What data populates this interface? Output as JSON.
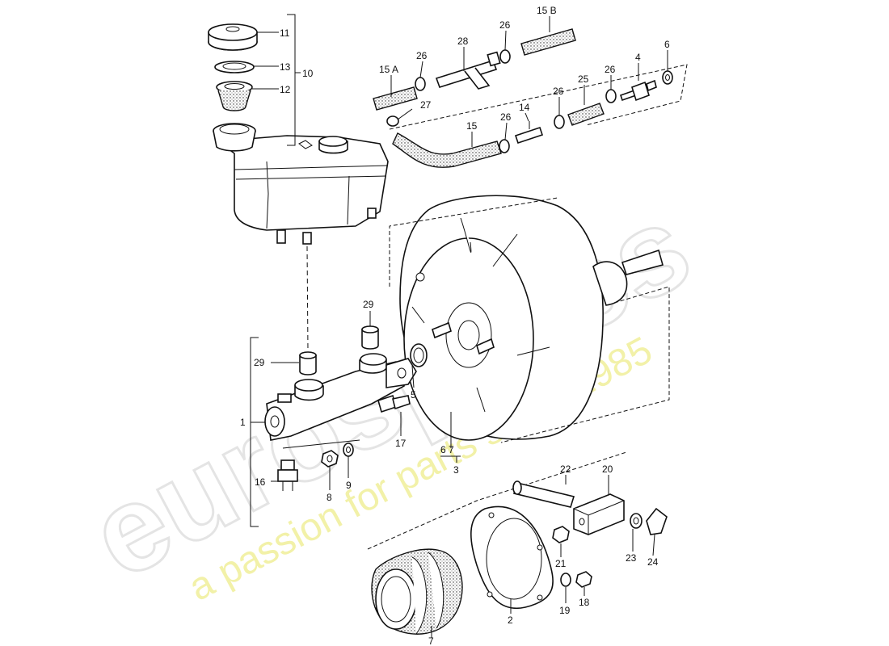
{
  "watermark": {
    "brand": "eurospares",
    "tagline": "a passion for parts since 1985",
    "brand_color": "#e4e4e4",
    "tagline_color": "#f2f1a8"
  },
  "callouts": {
    "c1": "1",
    "c2": "2",
    "c3": "3",
    "c4": "4",
    "c5": "5",
    "c6": "6",
    "c67": "6  7",
    "c7": "7",
    "c8": "8",
    "c9": "9",
    "c10": "10",
    "c11": "11",
    "c12": "12",
    "c13": "13",
    "c14": "14",
    "c15": "15",
    "c15a": "15 A",
    "c15b": "15 B",
    "c16": "16",
    "c17": "17",
    "c18": "18",
    "c19": "19",
    "c20": "20",
    "c21": "21",
    "c22": "22",
    "c23": "23",
    "c24": "24",
    "c25": "25",
    "c26a": "26",
    "c26b": "26",
    "c26c": "26",
    "c26d": "26",
    "c26e": "26",
    "c27": "27",
    "c28": "28",
    "c29a": "29",
    "c29b": "29"
  }
}
